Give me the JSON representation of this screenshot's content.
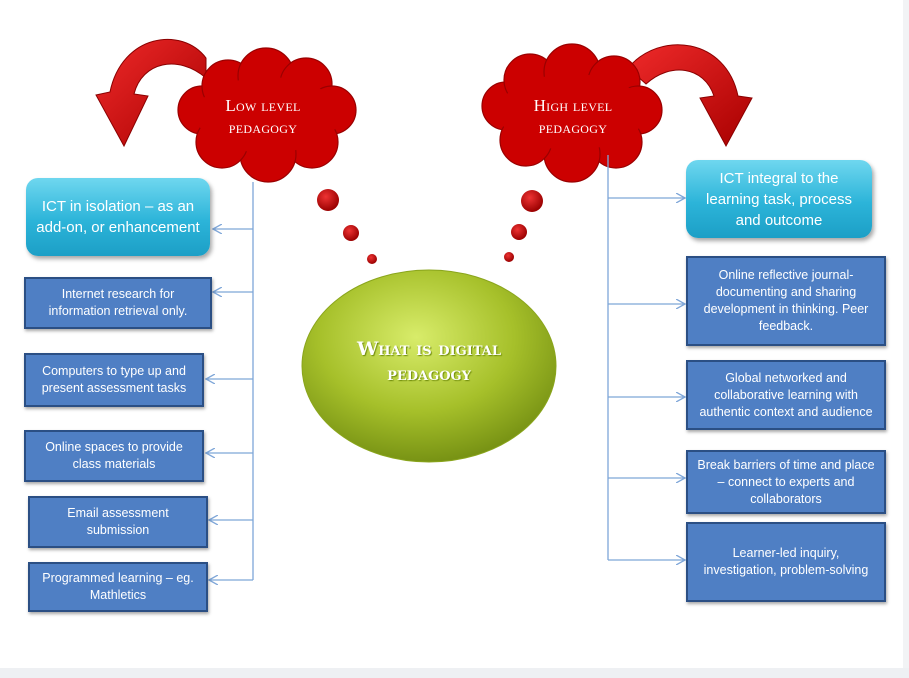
{
  "low": {
    "cloud": [
      "Low level",
      "pedagogy"
    ],
    "head": "ICT in isolation – as an add-on, or enhancement",
    "items": [
      "Internet research for information retrieval only.",
      "Computers to type up and present assessment tasks",
      "Online spaces to provide class materials",
      "Email  assessment submission",
      "Programmed  learning – eg. Mathletics"
    ]
  },
  "high": {
    "cloud": [
      "High level",
      "pedagogy"
    ],
    "head": "ICT integral to the learning task, process and outcome",
    "items": [
      "Online reflective journal- documenting  and sharing development  in thinking. Peer feedback.",
      "Global networked  and collaborative learning with authentic context and audience",
      "Break barriers of time and place – connect to experts and collaborators",
      "Learner-led inquiry, investigation, problem-solving"
    ]
  },
  "center": {
    "title": [
      "What is digital",
      "pedagogy"
    ]
  },
  "colors": {
    "cloud": "#cc0000",
    "head_box": "#2cb4d9",
    "item_box": "#4f7fc4",
    "center_ellipse": "#a6c02a",
    "connector": "#7ea6d8"
  },
  "icons": [
    "curved-arrow-icon",
    "thought-bubble-icon"
  ]
}
